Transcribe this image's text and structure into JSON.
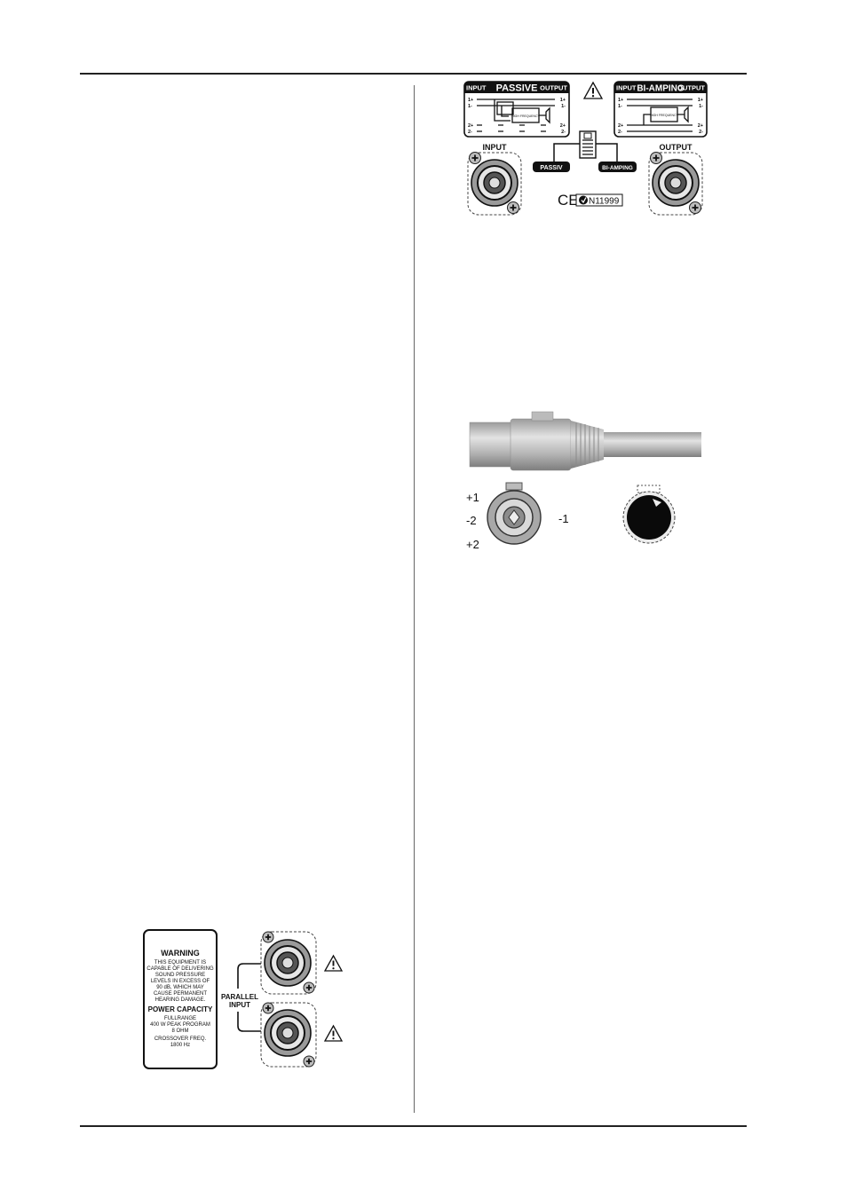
{
  "panel_top": {
    "passive_box": {
      "input_label": "INPUT",
      "title": "PASSIVE",
      "output_label": "OUTPUT",
      "pins_left": [
        "1+",
        "1-",
        "2+",
        "2-"
      ],
      "pins_right": [
        "1+",
        "1-",
        "2+",
        "2-"
      ],
      "filter_label": "HIGH FREQUENCY"
    },
    "biamping_box": {
      "input_label": "INPUT",
      "title": "BI-AMPING",
      "output_label": "OUTPUT",
      "pins_left": [
        "1+",
        "1-",
        "2+",
        "2-"
      ],
      "pins_right": [
        "1+",
        "1-",
        "2+",
        "2-"
      ],
      "filter_label": "HIGH FREQUENCY"
    },
    "input_jack_label": "INPUT",
    "output_jack_label": "OUTPUT",
    "switch_passiv": "PASSIV",
    "switch_biamping": "BI-AMPING",
    "ce_mark": "CE",
    "c_tick_code": "N11999"
  },
  "connector": {
    "pins_left": [
      "+1",
      "-2",
      "+2"
    ],
    "pin_right": "-1"
  },
  "panel_bottom": {
    "warning_title": "WARNING",
    "warning_lines": [
      "THIS EQUIPMENT IS",
      "CAPABLE OF DELIVERING",
      "SOUND PRESSURE",
      "LEVELS IN EXCESS OF",
      "90 dB, WHICH MAY",
      "CAUSE PERMANENT",
      "HEARING DAMAGE."
    ],
    "power_title": "POWER CAPACITY",
    "power_lines": [
      "FULLRANGE",
      "400 W PEAK PROGRAM",
      "8 OHM"
    ],
    "crossover_lines": [
      "CROSSOVER FREQ.",
      "1800 Hz"
    ],
    "parallel_label_1": "PARALLEL",
    "parallel_label_2": "INPUT"
  }
}
